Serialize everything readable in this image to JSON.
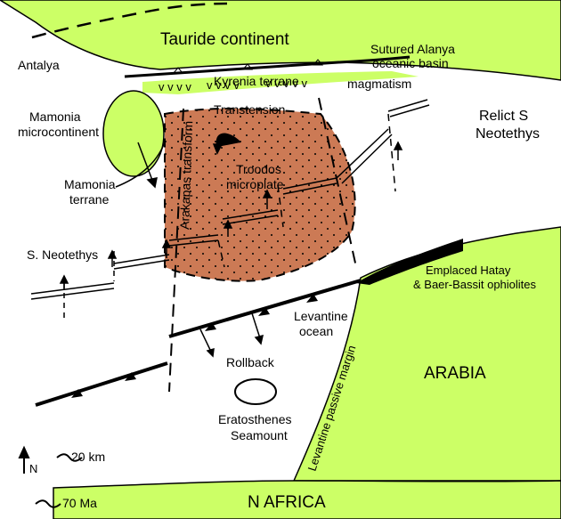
{
  "colors": {
    "land": "#ccff66",
    "microplate": "#cc7a55",
    "ocean": "#ffffff",
    "ophiolite": "#000000",
    "line": "#000000"
  },
  "labels": {
    "tauride": "Tauride continent",
    "antalya": "Antalya",
    "sutured_line1": "Sutured Alanya",
    "sutured_line2": "oceanic basin",
    "kyrenia": "Kyrenia terrane",
    "magmatism": "magmatism",
    "transtension": "Transtension",
    "mamonia_micro_line1": "Mamonia",
    "mamonia_micro_line2": "microcontinent",
    "mamonia_terrane_line1": "Mamonia",
    "mamonia_terrane_line2": "terrane",
    "arakapas": "Arakapas  transform",
    "troodos_line1": "Troodos",
    "troodos_line2": "microplate",
    "relict_line1": "Relict S",
    "relict_line2": "Neotethys",
    "s_neotethys": "S. Neotethys",
    "hatay_line1": "Emplaced Hatay",
    "hatay_line2": "& Baer-Bassit ophiolites",
    "levantine_line1": "Levantine",
    "levantine_line2": "ocean",
    "rollback": "Rollback",
    "arabia": "ARABIA",
    "levantine_margin": "Levantine passive margin",
    "eratosthenes_line1": "Eratosthenes",
    "eratosthenes_line2": "Seamount",
    "n_africa": "N AFRICA",
    "north": "N",
    "scale": "20 km",
    "age": "70 Ma"
  }
}
